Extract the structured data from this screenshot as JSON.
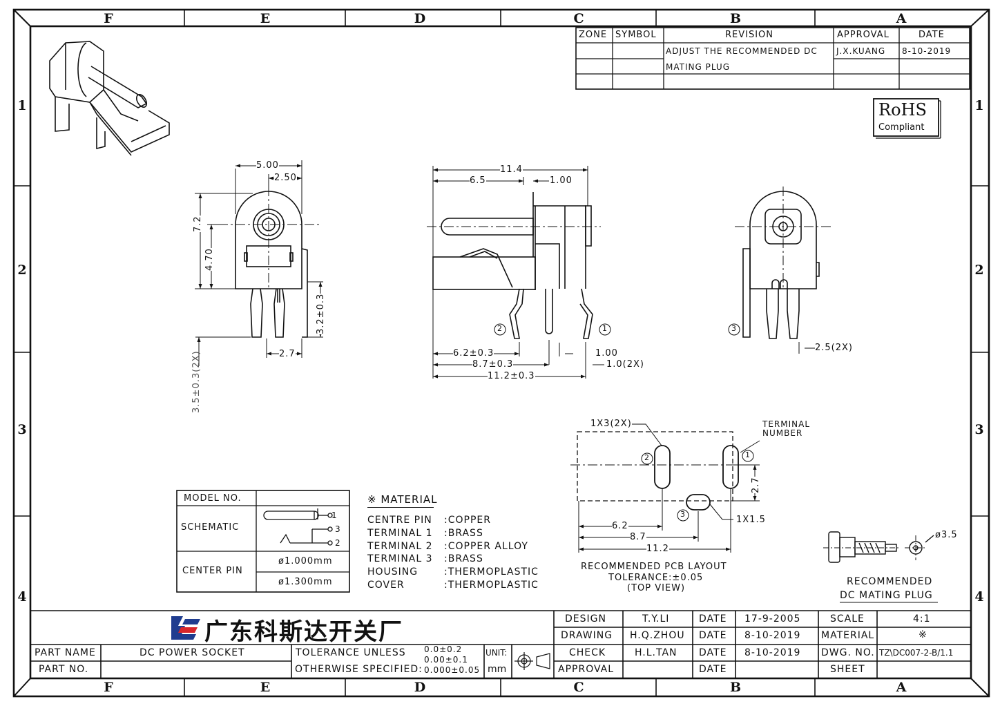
{
  "zones": {
    "columns": [
      "F",
      "E",
      "D",
      "C",
      "B",
      "A"
    ],
    "rows": [
      "1",
      "2",
      "3",
      "4"
    ]
  },
  "revision_table": {
    "headers": {
      "zone": "ZONE",
      "symbol": "SYMBOL",
      "revision": "REVISION",
      "approval": "APPROVAL",
      "date": "DATE"
    },
    "row1": {
      "revision": "ADJUST THE RECOMMENDED DC",
      "approval": "J.X.KUANG",
      "date": "8-10-2019"
    },
    "row2": {
      "revision": "MATING PLUG"
    }
  },
  "rohs": {
    "title": "RoHS",
    "subtitle": "Compliant"
  },
  "dims": {
    "front": {
      "w500": "5.00",
      "w250": "2.50",
      "h72": "7.2",
      "h470": "4.70",
      "h32": "3.2±0.3",
      "w27": "2.7",
      "h35": "3.5±0.3(2X)"
    },
    "side": {
      "w114": "11.4",
      "w65": "6.5",
      "w100": "1.00",
      "d62": "6.2±0.3",
      "d87": "8.7±0.3",
      "d112": "11.2±0.3",
      "d100b": "1.00",
      "d10": "1.0(2X)",
      "term1": "1",
      "term2": "2"
    },
    "back": {
      "term3": "3",
      "d25": "2.5(2X)"
    }
  },
  "pcb": {
    "slot": "1X3(2X)",
    "terminal_label1": "TERMINAL",
    "terminal_label2": "NUMBER",
    "term1": "1",
    "term2": "2",
    "term3": "3",
    "d27": "2.7",
    "d1x15": "1X1.5",
    "d62": "6.2",
    "d87": "8.7",
    "d112": "11.2",
    "caption1": "RECOMMENDED PCB LAYOUT",
    "caption2": "TOLERANCE:±0.05",
    "caption3": "(TOP VIEW)"
  },
  "model_table": {
    "model_no": "MODEL NO.",
    "schematic": "SCHEMATIC",
    "center_pin": "CENTER PIN",
    "pin_a": "ø1.000mm",
    "pin_b": "ø1.300mm",
    "sch1": "1",
    "sch2": "2",
    "sch3": "3"
  },
  "material": {
    "title": "※ MATERIAL",
    "items": [
      {
        "part": "CENTRE PIN",
        "value": ":COPPER"
      },
      {
        "part": "TERMINAL 1",
        "value": ":BRASS"
      },
      {
        "part": "TERMINAL 2",
        "value": ":COPPER ALLOY"
      },
      {
        "part": "TERMINAL 3",
        "value": ":BRASS"
      },
      {
        "part": "HOUSING",
        "value": ":THERMOPLASTIC"
      },
      {
        "part": "COVER",
        "value": ":THERMOPLASTIC"
      }
    ]
  },
  "plug": {
    "d35": "ø3.5",
    "caption1": "RECOMMENDED",
    "caption2": "DC MATING PLUG"
  },
  "title_block": {
    "company": "广东科斯达开关厂",
    "part_name_label": "PART NAME",
    "part_name": "DC POWER SOCKET",
    "part_no_label": "PART NO.",
    "tol1": "TOLERANCE UNLESS",
    "tol2": "OTHERWISE SPECIFIED:",
    "tv1": "0.0±0.2",
    "tv2": "0.00±0.1",
    "tv3": "0.000±0.05",
    "unit_label": "UNIT:",
    "unit": "mm",
    "design_label": "DESIGN",
    "design": "T.Y.LI",
    "drawing_label": "DRAWING",
    "drawing": "H.Q.ZHOU",
    "check_label": "CHECK",
    "check": "H.L.TAN",
    "approval_label": "APPROVAL",
    "date_label": "DATE",
    "date1": "17-9-2005",
    "date2": "8-10-2019",
    "date3": "8-10-2019",
    "scale_label": "SCALE",
    "scale": "4:1",
    "material_label": "MATERIAL",
    "material": "※",
    "dwg_label": "DWG. NO.",
    "dwg": "TZ\\DC007-2-B/1.1",
    "sheet_label": "SHEET"
  }
}
